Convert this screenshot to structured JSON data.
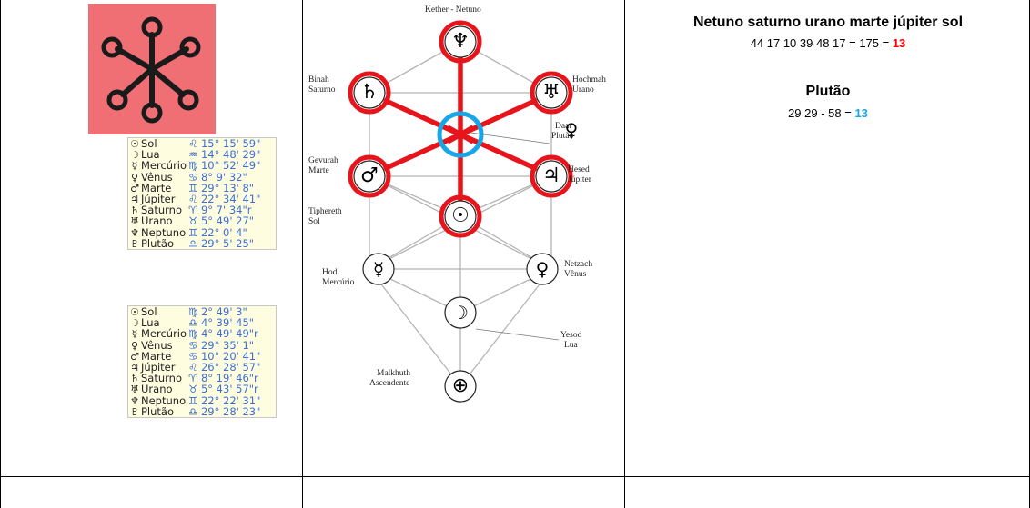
{
  "planets_table_1": [
    {
      "glyph": "☉",
      "name": "Sol",
      "pos": "♌ 15° 15' 59\""
    },
    {
      "glyph": "☽",
      "name": "Lua",
      "pos": "♒ 14° 48' 29\""
    },
    {
      "glyph": "☿",
      "name": "Mercúrio",
      "pos": "♍ 10° 52' 49\""
    },
    {
      "glyph": "♀",
      "name": "Vênus",
      "pos": "♋  8°  9' 32\""
    },
    {
      "glyph": "♂",
      "name": "Marte",
      "pos": "♊ 29° 13'  8\""
    },
    {
      "glyph": "♃",
      "name": "Júpiter",
      "pos": "♌ 22° 34' 41\""
    },
    {
      "glyph": "♄",
      "name": "Saturno",
      "pos": "♈  9°  7' 34\"r"
    },
    {
      "glyph": "♅",
      "name": "Urano",
      "pos": "♉  5° 49' 27\""
    },
    {
      "glyph": "♆",
      "name": "Neptuno",
      "pos": "♊ 22°  0'  4\""
    },
    {
      "glyph": "♇",
      "name": "Plutão",
      "pos": "♎ 29°  5' 25\""
    }
  ],
  "planets_table_2": [
    {
      "glyph": "☉",
      "name": "Sol",
      "pos": "♍  2° 49'  3\""
    },
    {
      "glyph": "☽",
      "name": "Lua",
      "pos": "♎  4° 39' 45\""
    },
    {
      "glyph": "☿",
      "name": "Mercúrio",
      "pos": "♍  4° 49' 49\"r"
    },
    {
      "glyph": "♀",
      "name": "Vênus",
      "pos": "♋ 29° 35'  1\""
    },
    {
      "glyph": "♂",
      "name": "Marte",
      "pos": "♋ 10° 20' 41\""
    },
    {
      "glyph": "♃",
      "name": "Júpiter",
      "pos": "♌ 26° 28' 57\""
    },
    {
      "glyph": "♄",
      "name": "Saturno",
      "pos": "♈  8° 19' 46\"r"
    },
    {
      "glyph": "♅",
      "name": "Urano",
      "pos": "♉  5° 43' 57\"r"
    },
    {
      "glyph": "♆",
      "name": "Neptuno",
      "pos": "♊ 22° 22' 31\""
    },
    {
      "glyph": "♇",
      "name": "Plutão",
      "pos": "♎ 29° 28' 23\""
    }
  ],
  "tree": {
    "kether": "Kether - Netuno",
    "binah": "Binah",
    "binah_planet": "Saturno",
    "hochmah": "Hochmah",
    "hochmah_planet": "Urano",
    "daat": "Daat",
    "daat_planet": "Plutão",
    "gevurah": "Gevurah",
    "gevurah_planet": "Marte",
    "hesed": "Hesed",
    "hesed_planet": "Júpiter",
    "tiphereth": "Tiphereth",
    "tiphereth_planet": "Sol",
    "hod": "Hod",
    "hod_planet": "Mercúrio",
    "netzach": "Netzach",
    "netzach_planet": "Vênus",
    "yesod": "Yesod",
    "yesod_planet": "Lua",
    "malkhuth": "Malkhuth",
    "malkhuth_planet": "Ascendente",
    "glyphs": {
      "neptune": "♆",
      "saturn": "♄",
      "uranus": "♅",
      "mars": "♂",
      "jupiter": "♃",
      "sun": "☉",
      "mercury": "☿",
      "venus": "♀",
      "moon": "☽",
      "earth": "⊕",
      "pluto": "♀"
    },
    "colors": {
      "red": "#e8141c",
      "blue": "#17a6e6"
    }
  },
  "right": {
    "heading": "Netuno saturno urano marte júpiter sol",
    "sum_line": "44 17 10 39 48 17 = 175 = ",
    "sum_result": "13",
    "pluto_heading": "Plutão",
    "pluto_line": "29 29 - 58 = ",
    "pluto_result": "13"
  }
}
